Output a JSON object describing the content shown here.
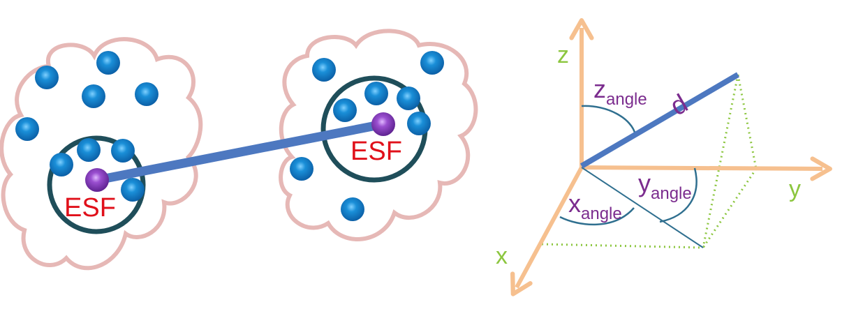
{
  "left_cluster": {
    "esf_label": "ESF"
  },
  "right_cluster": {
    "esf_label": "ESF"
  },
  "axes": {
    "x_label": "x",
    "y_label": "y",
    "z_label": "z"
  },
  "angles": {
    "z_main": "z",
    "z_sub": "angle",
    "y_main": "y",
    "y_sub": "angle",
    "x_main": "x",
    "x_sub": "angle"
  },
  "distance_label": "d",
  "colors": {
    "cloud_outline": "#e6b8b6",
    "ring": "#1f4e5a",
    "particle_blue": "#1a8fd8",
    "esf_purple": "#8a3fc0",
    "connector": "#4d78c0",
    "axis": "#f6c08f",
    "label_red": "#e0101a",
    "label_purple": "#7b2c8e",
    "label_green": "#8cc63f",
    "guide_dotted": "#8cc63f",
    "projection_line": "#2f6f8f"
  }
}
